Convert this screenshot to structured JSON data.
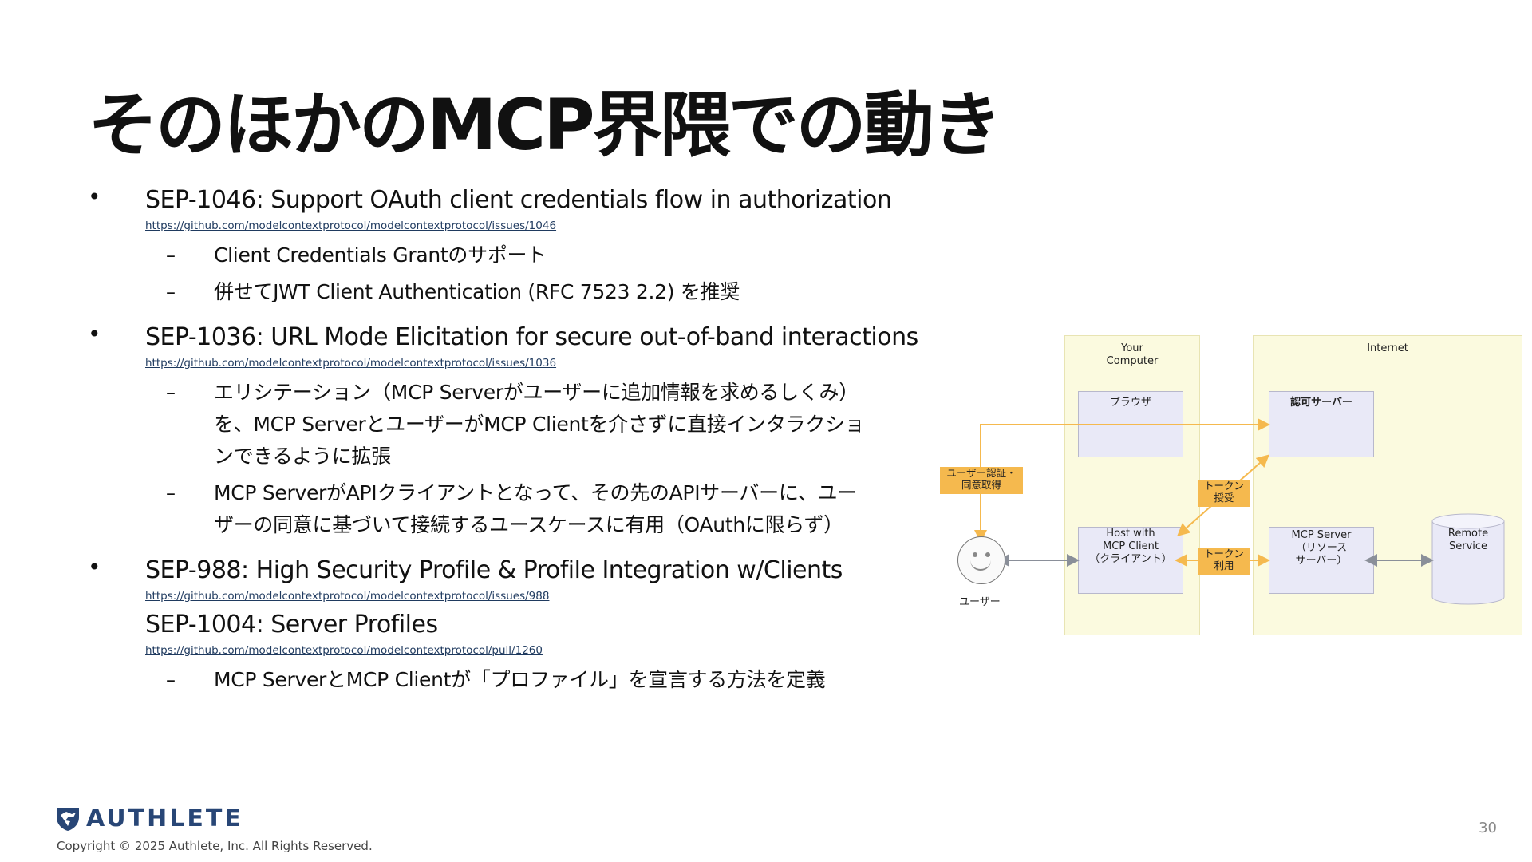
{
  "slide": {
    "title": "そのほかのMCP界隈での動き",
    "page_number": "30"
  },
  "bullets": [
    {
      "marker": "•",
      "title": "SEP-1046: Support OAuth client credentials flow in authorization",
      "link": "https://github.com/modelcontextprotocol/modelcontextprotocol/issues/1046",
      "subs": [
        {
          "marker": "–",
          "text": "Client Credentials Grantのサポート"
        },
        {
          "marker": "–",
          "text": "併せてJWT Client Authentication (RFC 7523 2.2) を推奨"
        }
      ]
    },
    {
      "marker": "•",
      "title": "SEP-1036: URL Mode Elicitation for secure out-of-band interactions",
      "link": "https://github.com/modelcontextprotocol/modelcontextprotocol/issues/1036",
      "subs": [
        {
          "marker": "–",
          "text": "エリシテーション（MCP Serverがユーザーに追加情報を求めるしくみ）を、MCP ServerとユーザーがMCP Clientを介さずに直接インタラクションできるように拡張"
        },
        {
          "marker": "–",
          "text": "MCP ServerがAPIクライアントとなって、その先のAPIサーバーに、ユーザーの同意に基づいて接続するユースケースに有用（OAuthに限らず）"
        }
      ]
    },
    {
      "marker": "•",
      "title": "SEP-988: High Security Profile & Profile Integration w/Clients",
      "link": "https://github.com/modelcontextprotocol/modelcontextprotocol/issues/988",
      "title2": "SEP-1004: Server Profiles",
      "link2": "https://github.com/modelcontextprotocol/modelcontextprotocol/pull/1260",
      "subs": [
        {
          "marker": "–",
          "text": "MCP ServerとMCP Clientが「プロファイル」を宣言する方法を定義"
        }
      ]
    }
  ],
  "diagram": {
    "zone_computer": "Your\nComputer",
    "zone_internet": "Internet",
    "browser": "ブラウザ",
    "auth_server": "認可サーバー",
    "host": "Host with\nMCP Client\n（クライアント）",
    "mcp_server": "MCP Server\n（リソース\nサーバー）",
    "remote": "Remote\nService",
    "user": "ユーザー",
    "tag_consent": "ユーザー認証・\n同意取得",
    "tag_token_grant": "トークン\n授受",
    "tag_token_use": "トークン\n利用",
    "colors": {
      "zone": "#fbfadf",
      "box": "#e9e9f7",
      "tag": "#f5b94e",
      "arrow_orange": "#f5b94e",
      "arrow_gray": "#8a8f99"
    }
  },
  "footer": {
    "logo": "AUTHLETE",
    "logo_icon": "authlete-shield-icon",
    "copyright": "Copyright © 2025 Authlete, Inc. All Rights Reserved."
  }
}
